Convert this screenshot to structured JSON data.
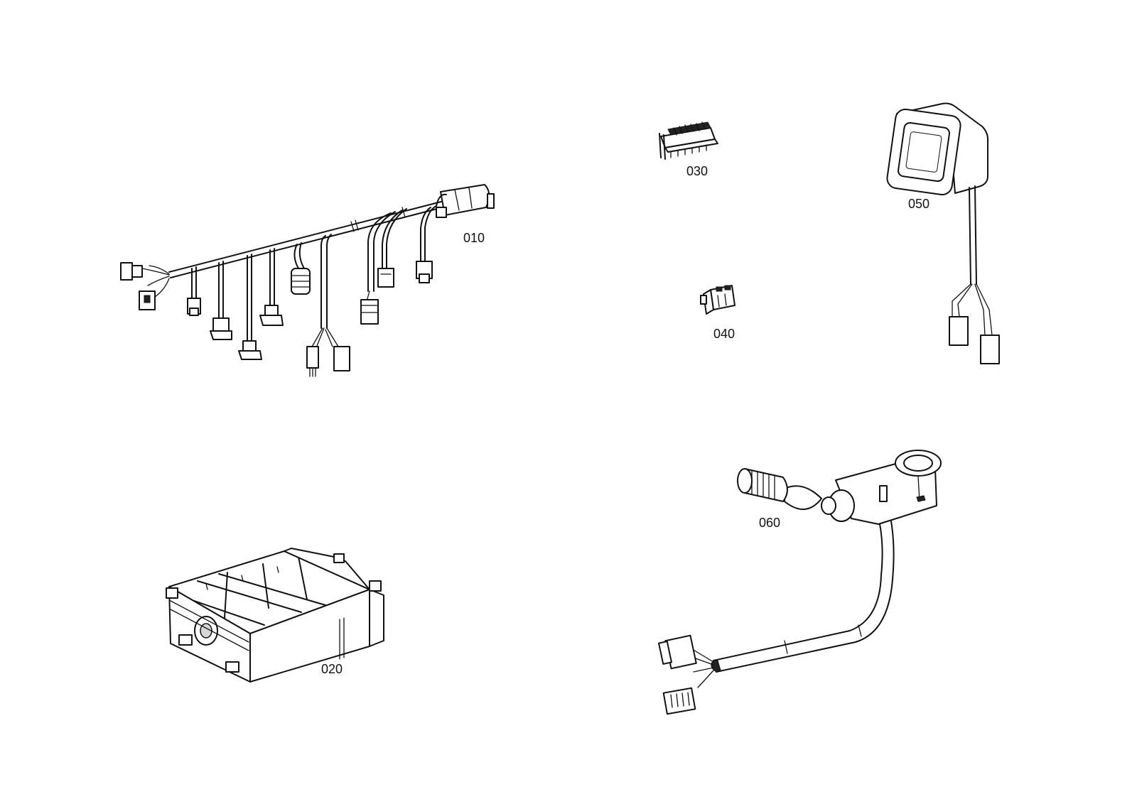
{
  "parts": [
    {
      "id": "harness",
      "label": "010"
    },
    {
      "id": "control-unit",
      "label": "020"
    },
    {
      "id": "connector-strip",
      "label": "030"
    },
    {
      "id": "small-connector",
      "label": "040"
    },
    {
      "id": "display-module",
      "label": "050"
    },
    {
      "id": "joystick",
      "label": "060"
    }
  ]
}
